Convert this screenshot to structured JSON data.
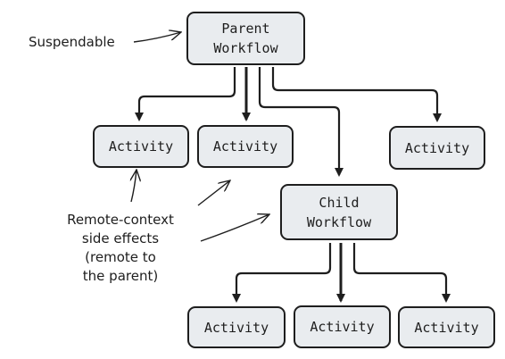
{
  "nodes": {
    "parent_workflow": "Parent\nWorkflow",
    "child_workflow": "Child\nWorkflow",
    "activity_1": "Activity",
    "activity_2": "Activity",
    "activity_3": "Activity",
    "activity_4": "Activity",
    "activity_5": "Activity",
    "activity_6": "Activity"
  },
  "annotations": {
    "suspendable": "Suspendable",
    "remote_context": "Remote-context\nside effects\n(remote to\nthe parent)"
  },
  "colors": {
    "node_fill": "#e9ecef",
    "stroke": "#1e1e1e"
  }
}
